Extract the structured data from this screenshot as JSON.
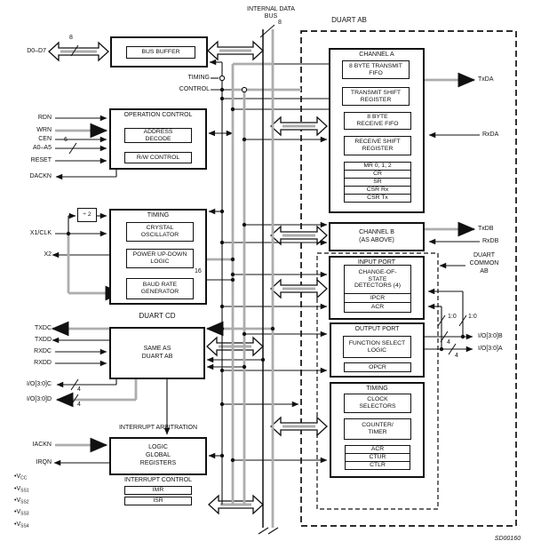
{
  "diagram": {
    "figure_code": "SD00160",
    "bus": {
      "label_line1": "INTERNAL DATA",
      "label_line2": "BUS",
      "width": "8"
    },
    "timing_tap": "TIMING",
    "control_tap": "CONTROL",
    "left": {
      "bullet": "•",
      "d_bus": {
        "label": "D0–D7",
        "width": "8"
      },
      "bus_buffer": "BUS BUFFER",
      "operation_control": {
        "title": "OPERATION CONTROL",
        "address_decode": [
          "ADDRESS",
          "DECODE"
        ],
        "rw_control": "R/W CONTROL",
        "pins": {
          "rdn": "RDN",
          "wrn": "WRN",
          "cen": "CEN",
          "addr": "A0–A5",
          "addr_width": "6",
          "reset": "RESET",
          "dackn": "DACKN"
        }
      },
      "timing": {
        "title": "TIMING",
        "div2": "÷ 2",
        "crystal": [
          "CRYSTAL",
          "OSCILLATOR"
        ],
        "power": [
          "POWER UP-DOWN",
          "LOGIC"
        ],
        "baud": [
          "BAUD RATE",
          "GENERATOR"
        ],
        "baud_width": "16",
        "pins": {
          "x1": "X1/CLK",
          "x2": "X2"
        }
      },
      "duart_cd": {
        "title": "DUART CD",
        "body": [
          "SAME AS",
          "DUART AB"
        ],
        "pins": {
          "txdc": "TXDC",
          "txdd": "TXDD",
          "rxdc": "RXDC",
          "rxdd": "RXDD",
          "ioc": "I/O[3:0]C",
          "ioc_width": "4",
          "iod": "I/O[3:0]D",
          "iod_width": "4"
        }
      },
      "interrupt": {
        "title": "INTERRUPT ARBITRATION",
        "logic": [
          "LOGIC",
          "GLOBAL",
          "REGISTERS"
        ],
        "control_title": "INTERRUPT CONTROL",
        "imr": "IMR",
        "isr": "ISR",
        "pins": {
          "iackn": "IACKN",
          "irqn": "IRQN"
        }
      },
      "power_pins": [
        {
          "base": "V",
          "sub": "CC"
        },
        {
          "base": "V",
          "sub": "SS1"
        },
        {
          "base": "V",
          "sub": "SS2"
        },
        {
          "base": "V",
          "sub": "SS3"
        },
        {
          "base": "V",
          "sub": "SS4"
        }
      ]
    },
    "duart_ab": {
      "title": "DUART AB",
      "channel_a": {
        "title": "CHANNEL A",
        "tx_fifo": [
          "8 BYTE TRANSMIT",
          "FIFO"
        ],
        "tx_shift": [
          "TRANSMIT SHIFT",
          "REGISTER"
        ],
        "rx_fifo": [
          "8 BYTE",
          "RECEIVE FIFO"
        ],
        "rx_shift": [
          "RECEIVE SHIFT",
          "REGISTER"
        ],
        "regs": [
          "MR 0, 1, 2",
          "CR",
          "SR",
          "CSR Rx",
          "CSR Tx"
        ]
      },
      "channel_b": {
        "lines": [
          "CHANNEL B",
          "(AS ABOVE)"
        ]
      },
      "input_port": {
        "title": "INPUT PORT",
        "detectors": [
          "CHANGE-OF-",
          "STATE",
          "DETECTORS (4)"
        ],
        "regs": [
          "IPCR",
          "ACR"
        ]
      },
      "output_port": {
        "title": "OUTPUT PORT",
        "fsl": [
          "FUNCTION SELECT",
          "LOGIC"
        ],
        "reg": "OPCR"
      },
      "timing": {
        "title": "TIMING",
        "clock": [
          "CLOCK",
          "SELECTORS"
        ],
        "counter": [
          "COUNTER/",
          "TIMER"
        ],
        "regs": [
          "ACR",
          "CTUR",
          "CTLR"
        ]
      },
      "signals": {
        "txda": "TxDA",
        "rxda": "RxDA",
        "txdb": "TxDB",
        "rxdb": "RxDB",
        "common": [
          "DUART",
          "COMMON",
          "AB"
        ],
        "iob": "I/O[3:0]B",
        "ioa": "I/O[3:0]A",
        "iob_ratio": "1:0",
        "ioa_ratio": "1:0",
        "iob_width": "4",
        "ioa_width": "4"
      }
    }
  }
}
